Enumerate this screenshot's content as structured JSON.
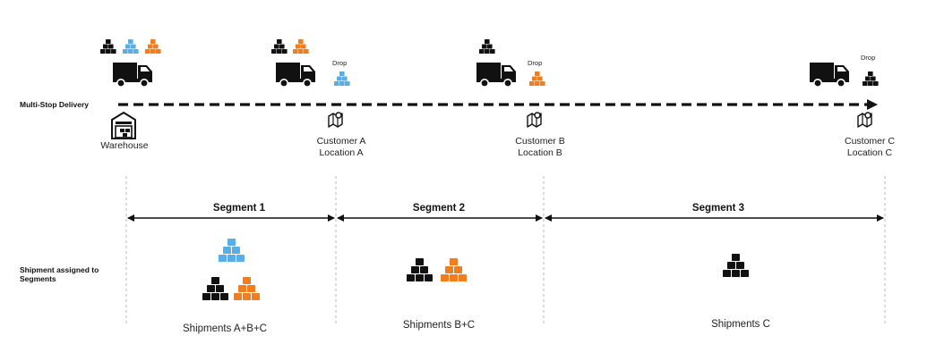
{
  "row_labels": {
    "delivery": "Multi-Stop Delivery",
    "shipments_line1": "Shipment assigned to",
    "shipments_line2": "Segments"
  },
  "drop_label": "Drop",
  "locations": [
    {
      "name_line1": "Warehouse",
      "name_line2": "",
      "icon": "warehouse-icon"
    },
    {
      "name_line1": "Customer A",
      "name_line2": "Location A",
      "icon": "map-icon"
    },
    {
      "name_line1": "Customer B",
      "name_line2": "Location B",
      "icon": "map-icon"
    },
    {
      "name_line1": "Customer C",
      "name_line2": "Location C",
      "icon": "map-icon"
    }
  ],
  "segments": [
    {
      "label": "Segment 1",
      "shipments_label": "Shipments A+B+C"
    },
    {
      "label": "Segment 2",
      "shipments_label": "Shipments B+C"
    },
    {
      "label": "Segment 3",
      "shipments_label": "Shipments C"
    }
  ],
  "colors": {
    "shipment_a": "#5aaee8",
    "shipment_b": "#f07d1e",
    "shipment_c": "#111111",
    "line": "#111111",
    "divider": "#b8b8b8"
  },
  "icons": [
    "truck-icon",
    "box-stack-icon",
    "warehouse-icon",
    "map-icon"
  ]
}
